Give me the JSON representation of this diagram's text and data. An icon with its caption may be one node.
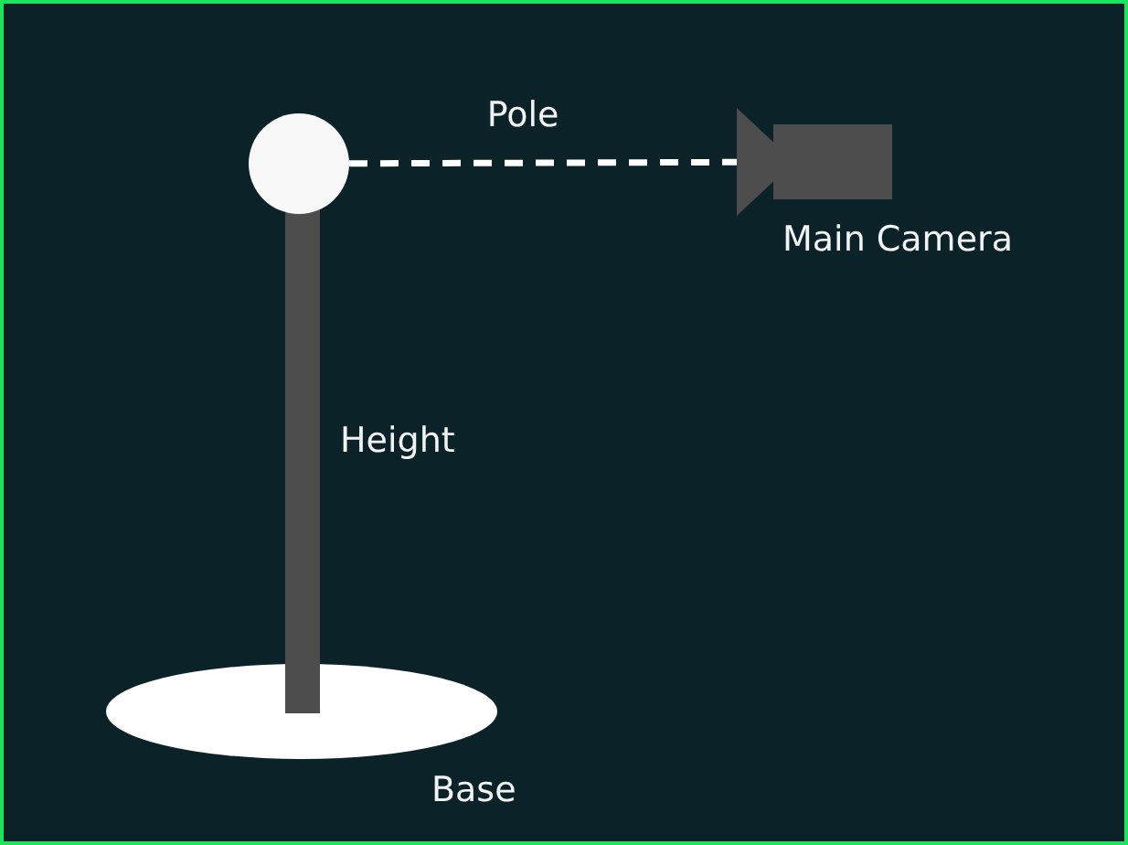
{
  "diagram": {
    "nodes": [
      {
        "text": [],
        "shape": "circle"
      },
      {
        "text": [],
        "shape": "camera",
        "beside": [
          "Main Camera"
        ]
      },
      {
        "text": [],
        "shape": "bar",
        "beside": [
          "Height"
        ]
      },
      {
        "text": [],
        "shape": "ellipse",
        "beside": [
          "Base"
        ]
      }
    ],
    "edges": [
      {
        "from": 0,
        "to": 1,
        "arrow": "none",
        "style": "dashed",
        "label": "Pole"
      }
    ]
  }
}
